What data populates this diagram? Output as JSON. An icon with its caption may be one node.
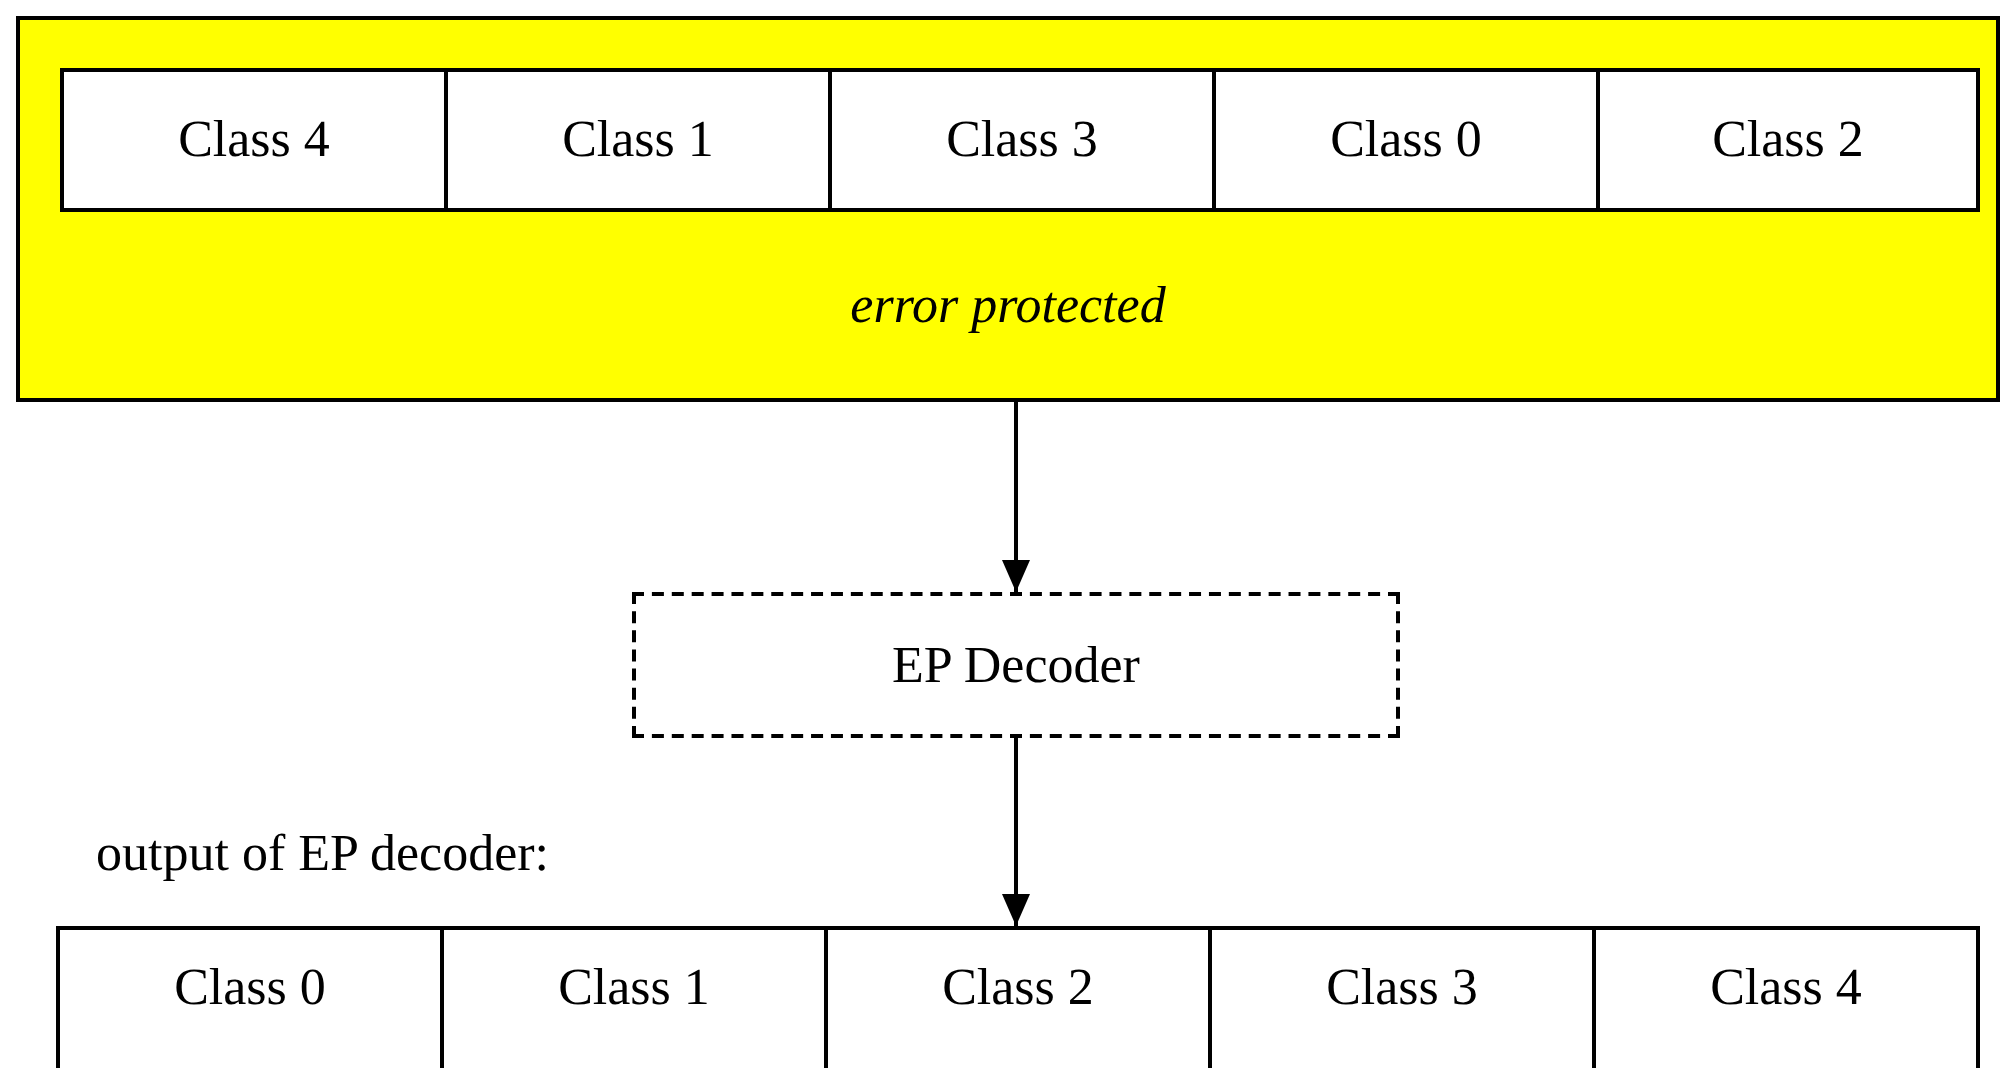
{
  "diagram": {
    "nodes": [
      {
        "text": [
          "error protected"
        ]
      },
      {
        "text": [
          "Class 4"
        ],
        "in": 0
      },
      {
        "text": [
          "Class 1"
        ],
        "in": 0
      },
      {
        "text": [
          "Class 3"
        ],
        "in": 0
      },
      {
        "text": [
          "Class 0"
        ],
        "in": 0
      },
      {
        "text": [
          "Class 2"
        ],
        "in": 0
      },
      {
        "text": [
          "EP Decoder"
        ]
      },
      {
        "text": [],
        "shape": "box"
      },
      {
        "text": [
          "Class 0"
        ],
        "in": 7
      },
      {
        "text": [
          "Class 1"
        ],
        "in": 7
      },
      {
        "text": [
          "Class 2"
        ],
        "in": 7
      },
      {
        "text": [
          "Class 3"
        ],
        "in": 7
      },
      {
        "text": [
          "Class 4"
        ],
        "in": 7
      }
    ],
    "edges": [
      {
        "from": 0,
        "to": 6,
        "arrow": "to"
      },
      {
        "from": 6,
        "to": 7,
        "arrow": "to"
      }
    ],
    "labels": [
      "output of EP decoder:"
    ]
  }
}
